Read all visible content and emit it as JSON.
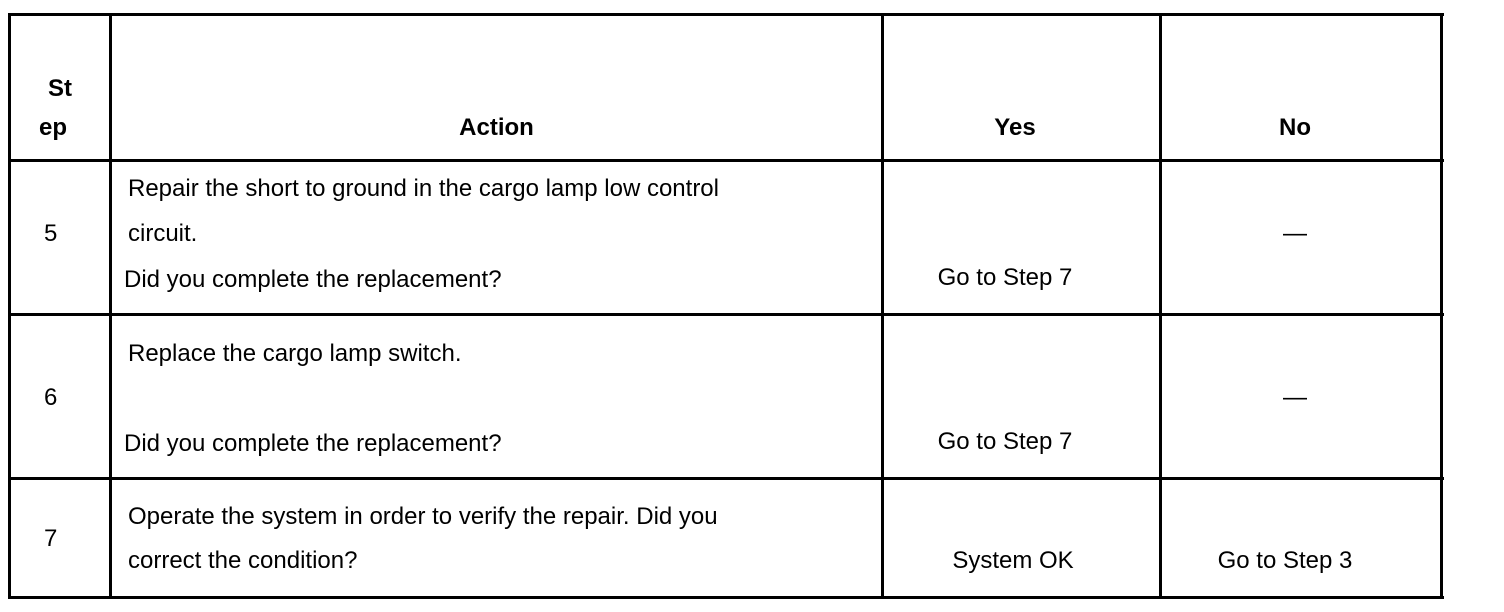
{
  "table": {
    "headers": {
      "step_line1": "St",
      "step_line2": "ep",
      "action": "Action",
      "yes": "Yes",
      "no": "No"
    },
    "rows": [
      {
        "step": "5",
        "action_line1": "Repair the short to ground in the cargo lamp low control",
        "action_line2": "circuit.",
        "question": "Did you complete the replacement?",
        "yes": "Go to Step 7",
        "no": "—"
      },
      {
        "step": "6",
        "action_line1": "Replace the cargo lamp switch.",
        "question": "Did you complete the replacement?",
        "yes": "Go to Step 7",
        "no": "—"
      },
      {
        "step": "7",
        "action_line1": "Operate the system in order to verify the repair. Did you",
        "action_line2": "correct the condition?",
        "yes": "System OK",
        "no": "Go to Step 3"
      }
    ]
  }
}
